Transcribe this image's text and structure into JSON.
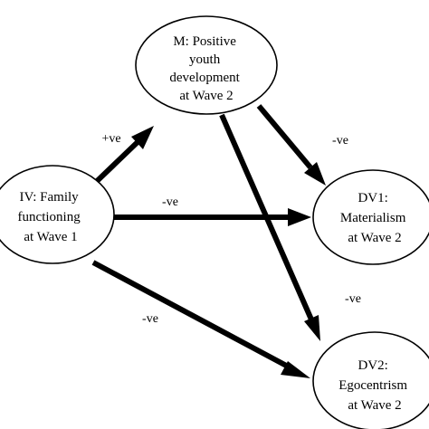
{
  "nodes": {
    "mediator": {
      "lines": [
        "M: Positive",
        "youth",
        "development",
        "at Wave 2"
      ]
    },
    "iv": {
      "lines": [
        "IV: Family",
        "functioning",
        "at Wave 1"
      ]
    },
    "dv1": {
      "lines": [
        "DV1:",
        "Materialism",
        "at Wave 2"
      ]
    },
    "dv2": {
      "lines": [
        "DV2:",
        "Egocentrism",
        "at Wave 2"
      ]
    }
  },
  "edges": {
    "iv_to_mediator": {
      "label": "+ve"
    },
    "iv_to_dv1": {
      "label": "-ve"
    },
    "iv_to_dv2": {
      "label": "-ve"
    },
    "mediator_to_dv1": {
      "label": "-ve"
    },
    "mediator_to_dv2": {
      "label": "-ve"
    }
  }
}
